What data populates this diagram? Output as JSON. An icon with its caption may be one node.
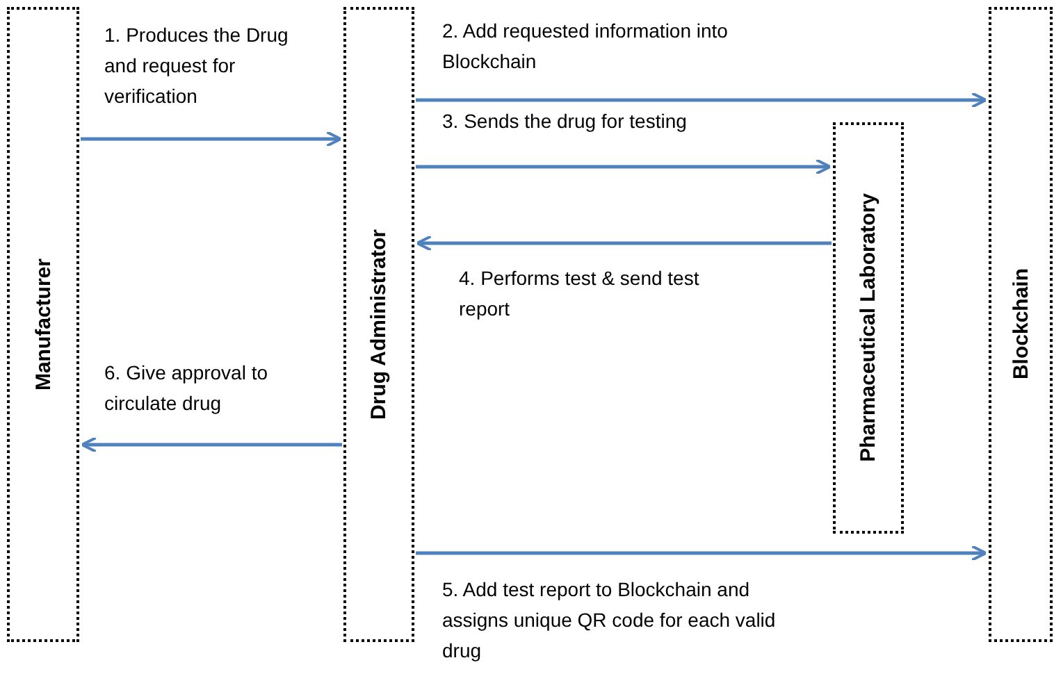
{
  "diagram": {
    "nodes": [
      {
        "text": [
          "Manufacturer"
        ]
      },
      {
        "text": [
          "Drug Administrator"
        ]
      },
      {
        "text": [
          "Pharmaceutical Laboratory"
        ]
      },
      {
        "text": [
          "Blockchain"
        ]
      }
    ],
    "edges": [
      {
        "from": 0,
        "to": 1,
        "arrow": "to",
        "label": "1. Produces the Drug and request for verification"
      },
      {
        "from": 1,
        "to": 3,
        "arrow": "to",
        "label": "2. Add requested information into Blockchain"
      },
      {
        "from": 1,
        "to": 2,
        "arrow": "to",
        "label": "3. Sends the drug for testing"
      },
      {
        "from": 2,
        "to": 1,
        "arrow": "to",
        "label": "4. Performs test & send test report"
      },
      {
        "from": 1,
        "to": 3,
        "arrow": "to",
        "label": "5. Add test report to Blockchain and assigns unique QR code for each valid drug"
      },
      {
        "from": 1,
        "to": 0,
        "arrow": "to",
        "label": "6. Give approval to circulate drug"
      }
    ]
  }
}
